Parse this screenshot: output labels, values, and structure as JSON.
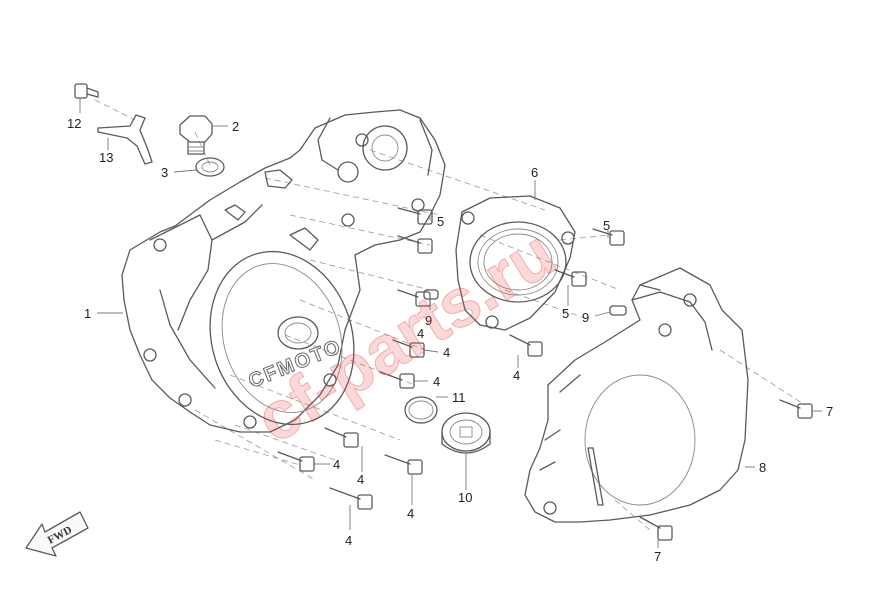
{
  "brand_text": "CFMOTO",
  "watermark_text": "cf-parts.ru",
  "direction_label": "FWD",
  "callouts": [
    {
      "id": "c1",
      "label": "1"
    },
    {
      "id": "c2",
      "label": "2"
    },
    {
      "id": "c3",
      "label": "3"
    },
    {
      "id": "c4a",
      "label": "4"
    },
    {
      "id": "c4b",
      "label": "4"
    },
    {
      "id": "c4c",
      "label": "4"
    },
    {
      "id": "c4d",
      "label": "4"
    },
    {
      "id": "c4e",
      "label": "4"
    },
    {
      "id": "c4f",
      "label": "4"
    },
    {
      "id": "c4g",
      "label": "4"
    },
    {
      "id": "c4h",
      "label": "4"
    },
    {
      "id": "c5a",
      "label": "5"
    },
    {
      "id": "c5b",
      "label": "5"
    },
    {
      "id": "c5c",
      "label": "5"
    },
    {
      "id": "c6",
      "label": "6"
    },
    {
      "id": "c7a",
      "label": "7"
    },
    {
      "id": "c7b",
      "label": "7"
    },
    {
      "id": "c8",
      "label": "8"
    },
    {
      "id": "c9a",
      "label": "9"
    },
    {
      "id": "c9b",
      "label": "9"
    },
    {
      "id": "c10",
      "label": "10"
    },
    {
      "id": "c11",
      "label": "11"
    },
    {
      "id": "c12",
      "label": "12"
    },
    {
      "id": "c13",
      "label": "13"
    }
  ]
}
